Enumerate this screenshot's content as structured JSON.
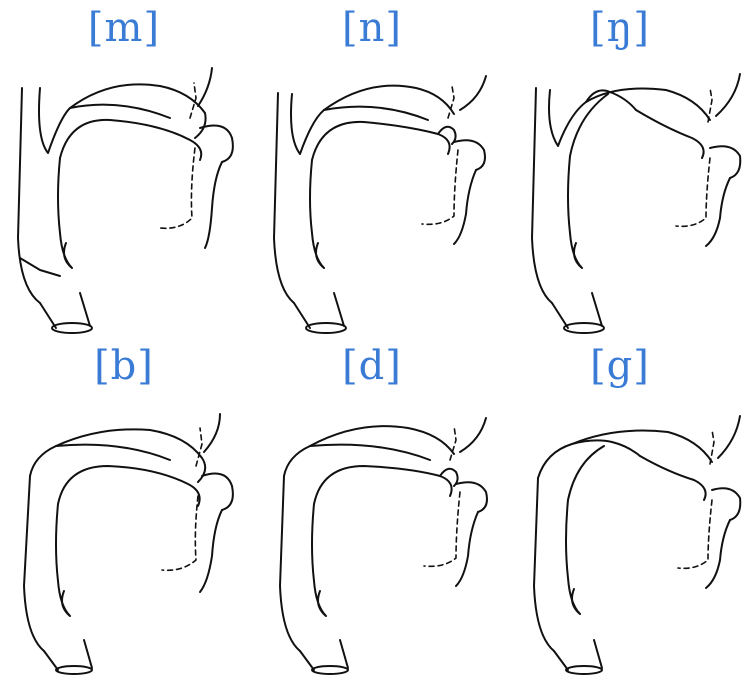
{
  "figure": {
    "label_color": "#3a7bd5",
    "panels": [
      {
        "label": "[m]",
        "closure": "lips",
        "nasal": true
      },
      {
        "label": "[n]",
        "closure": "alveolar",
        "nasal": true
      },
      {
        "label": "[ŋ]",
        "closure": "velar",
        "nasal": true
      },
      {
        "label": "[b]",
        "closure": "lips",
        "nasal": false
      },
      {
        "label": "[d]",
        "closure": "alveolar",
        "nasal": false
      },
      {
        "label": "[g]",
        "closure": "velar",
        "nasal": false
      }
    ]
  }
}
